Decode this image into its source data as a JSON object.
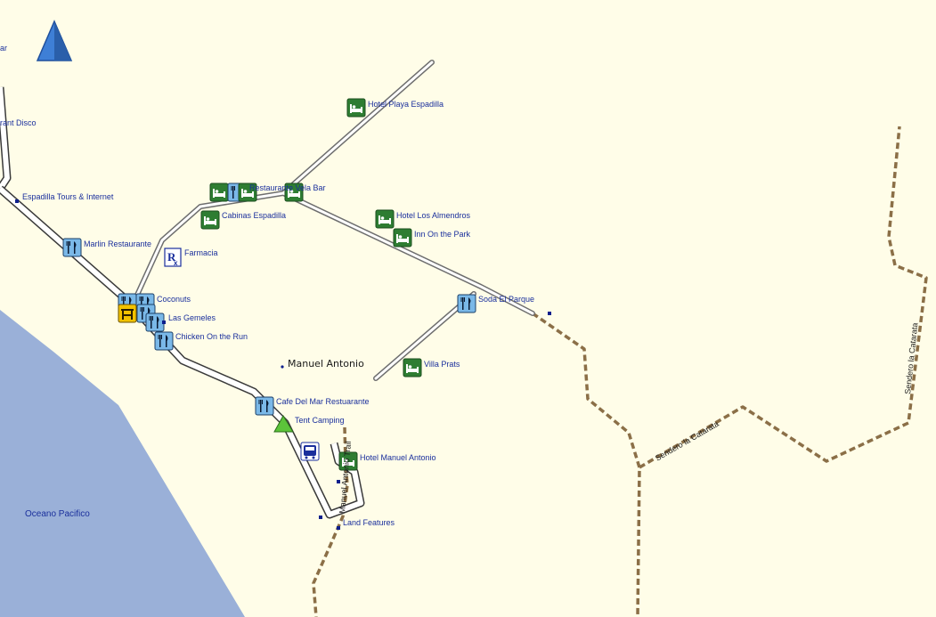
{
  "map": {
    "ocean_label": "Oceano Pacifico",
    "town_label": "Manuel Antonio",
    "colors": {
      "land": "#fffde8",
      "ocean": "#9ab0d8",
      "label": "#1a2f9c",
      "trail": "#8b6f47",
      "hotel_icon": "#2e7d32",
      "restaurant_icon": "#7ab8e8"
    },
    "trails": {
      "catarata_label": "Sendero la Catarata",
      "catarata_label2": "Sendero la Catarata",
      "manuel_antonio_trail": "Manuel Antonio Trail"
    },
    "pois": {
      "bar_edge": "ar",
      "restaurant_disco": "rant Disco",
      "espadilla_tours": "Espadilla Tours & Internet",
      "hotel_playa_espadilla": "Hotel Playa Espadilla",
      "restaurante_vela_bar": "Restaurante Vela Bar",
      "cabinas_espadilla": "Cabinas Espadilla",
      "hotel_los_almendros": "Hotel Los Almendros",
      "inn_on_the_park": "Inn On the Park",
      "marlin_restaurante": "Marlin Restaurante",
      "farmacia": "Farmacia",
      "coconuts": "Coconuts",
      "las_gemeles": "Las Gemeles",
      "chicken_on_the_run": "Chicken On the Run",
      "soda_el_parque": "Soda El Parque",
      "villa_prats": "Villa Prats",
      "cafe_del_mar": "Cafe Del Mar Restuarante",
      "tent_camping": "Tent Camping",
      "hotel_manuel_antonio": "Hotel Manuel Antonio",
      "land_features": "Land Features"
    }
  }
}
